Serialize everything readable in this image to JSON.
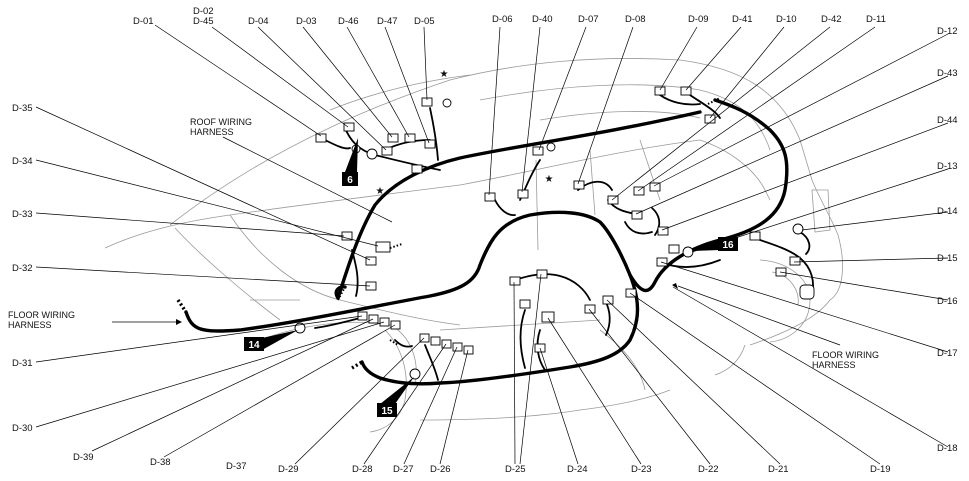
{
  "labels": {
    "D-01": "D-01",
    "D-02": "D-02",
    "D-45": "D-45",
    "D-04": "D-04",
    "D-03": "D-03",
    "D-46": "D-46",
    "D-47": "D-47",
    "D-05": "D-05",
    "D-06": "D-06",
    "D-40": "D-40",
    "D-07": "D-07",
    "D-08": "D-08",
    "D-09": "D-09",
    "D-41": "D-41",
    "D-10": "D-10",
    "D-42": "D-42",
    "D-11": "D-11",
    "D-12": "D-12",
    "D-43": "D-43",
    "D-44": "D-44",
    "D-13": "D-13",
    "D-14": "D-14",
    "D-15": "D-15",
    "D-16": "D-16",
    "D-17": "D-17",
    "D-18": "D-18",
    "D-19": "D-19",
    "D-21": "D-21",
    "D-22": "D-22",
    "D-23": "D-23",
    "D-24": "D-24",
    "D-25": "D-25",
    "D-26": "D-26",
    "D-27": "D-27",
    "D-28": "D-28",
    "D-29": "D-29",
    "D-37": "D-37",
    "D-38": "D-38",
    "D-39": "D-39",
    "D-30": "D-30",
    "D-31": "D-31",
    "D-32": "D-32",
    "D-33": "D-33",
    "D-34": "D-34",
    "D-35": "D-35"
  },
  "notes": {
    "roof_line1": "ROOF WIRING",
    "roof_line2": "HARNESS",
    "floor_left_line1": "FLOOR WIRING",
    "floor_left_line2": "HARNESS",
    "floor_right_line1": "FLOOR WIRING",
    "floor_right_line2": "HARNESS"
  },
  "badges": {
    "b6": "6",
    "b14": "14",
    "b15": "15",
    "b16": "16"
  },
  "star": "★"
}
